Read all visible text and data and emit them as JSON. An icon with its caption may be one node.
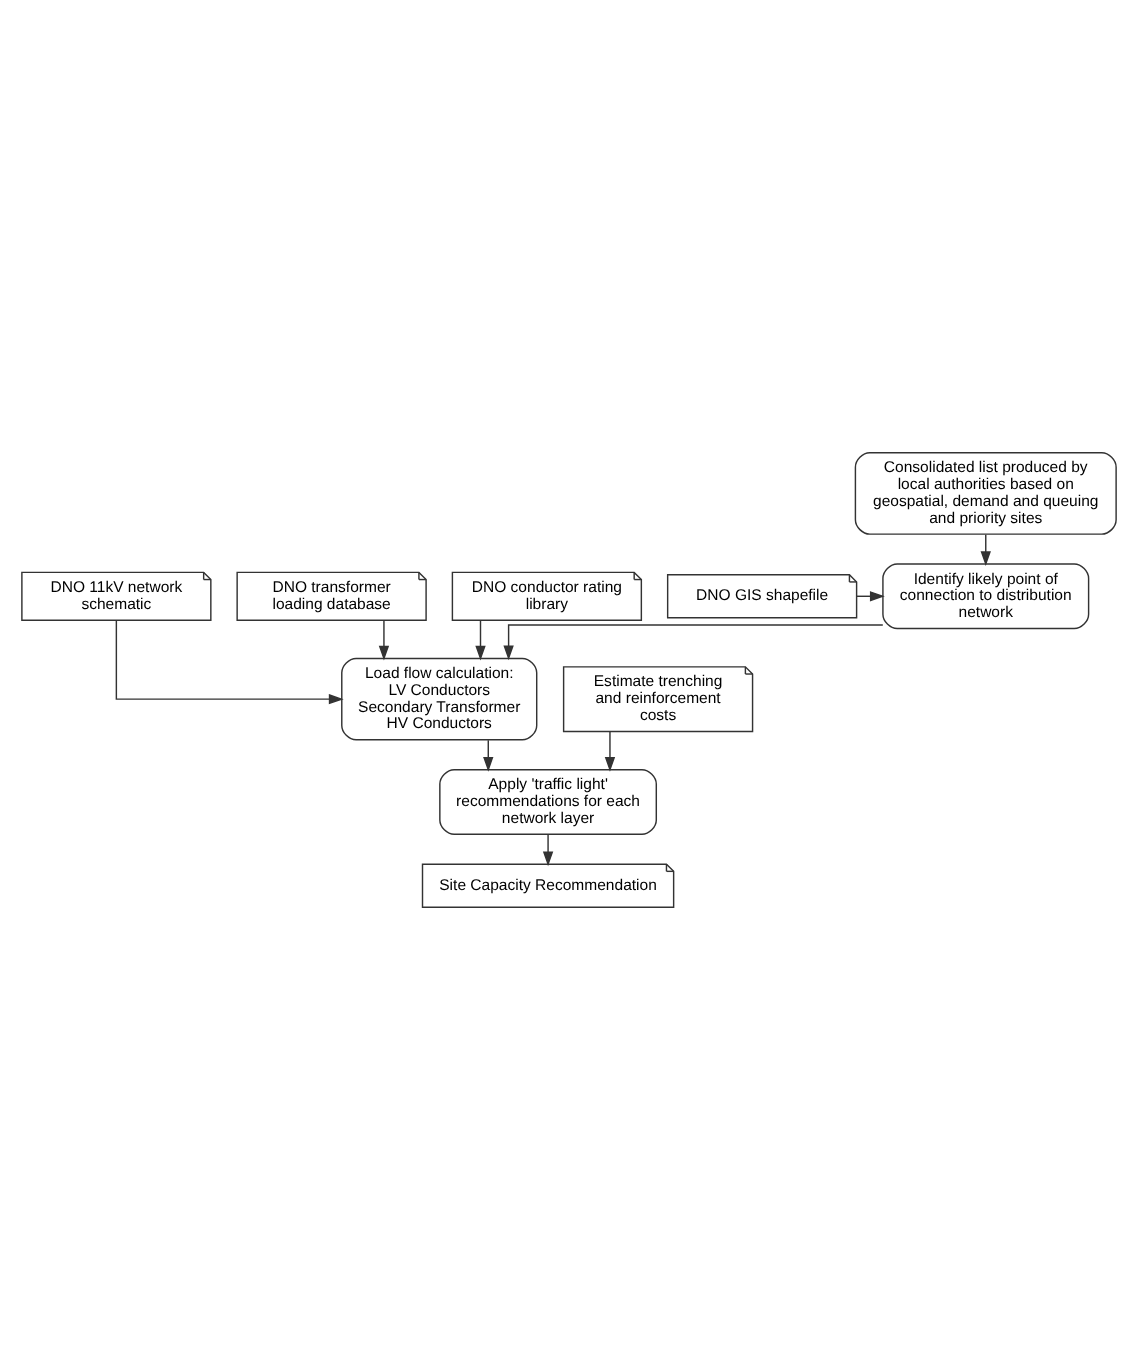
{
  "diagram": {
    "nodes": [
      {
        "text": [
          "Consolidated list produced by local authorities based on geospatial, demand and queuing and priority sites"
        ]
      },
      {
        "text": [
          "DNO GIS shapefile"
        ]
      },
      {
        "text": [
          "Identify likely point of connection to distribution network"
        ]
      },
      {
        "text": [
          "DNO 11kV network schematic"
        ]
      },
      {
        "text": [
          "DNO transformer loading database"
        ]
      },
      {
        "text": [
          "DNO conductor rating library"
        ]
      },
      {
        "text": [
          "Load flow calculation:",
          "LV Conductors",
          "Secondary Transformer",
          "HV Conductors"
        ]
      },
      {
        "text": [
          "Apply 'traffic light' recommendations for each network layer"
        ]
      },
      {
        "text": [
          "Estimate trenching and reinforcement costs"
        ]
      },
      {
        "text": [
          "Site Capacity Recommendation"
        ]
      }
    ],
    "edges": [
      {
        "from": 0,
        "to": 2,
        "arrow": "to"
      },
      {
        "from": 1,
        "to": 2,
        "arrow": "to"
      },
      {
        "from": 2,
        "to": 6,
        "arrow": "to"
      },
      {
        "from": 3,
        "to": 6,
        "arrow": "to"
      },
      {
        "from": 4,
        "to": 6,
        "arrow": "to"
      },
      {
        "from": 5,
        "to": 6,
        "arrow": "to"
      },
      {
        "from": 6,
        "to": 7,
        "arrow": "to"
      },
      {
        "from": 8,
        "to": 7,
        "arrow": "to"
      },
      {
        "from": 7,
        "to": 9,
        "arrow": "to"
      }
    ]
  }
}
